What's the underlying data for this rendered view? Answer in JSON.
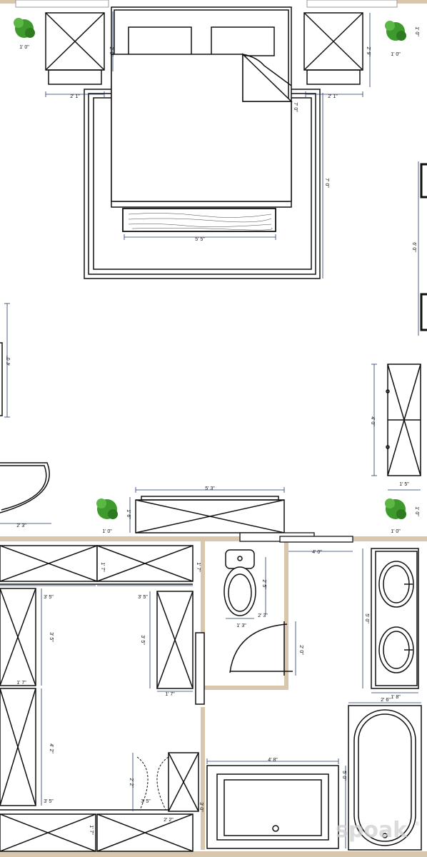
{
  "watermark": {
    "brand": "spoak",
    "suffix": "®"
  },
  "footer_tag": "",
  "colors": {
    "wall": "#d9c7ad",
    "ink": "#111111",
    "dimension": "#1f3a66",
    "plant": "#3f9a2e"
  },
  "dimensions": {
    "nightstand_left_width": "2' 1\"",
    "nightstand_right_width": "2' 1\"",
    "nightstand_height": "2' 9\"",
    "nightstand_right_height": "2' 9\"",
    "nightstand_top": "2' 9\"",
    "plant_left": "1' 0\"",
    "plant_right": "1' 0\"",
    "plant_right_v": "1' 0\"",
    "bed_length": "7' 0\"",
    "bench_width": "5' 5\"",
    "rug_length": "7' 0\"",
    "wall_right": "6' 0\"",
    "left_chair": "4' 0\"",
    "dresser_right": "4' 0\"",
    "dresser_right_depth": "1' 5\"",
    "corner_chair": "2' 3\"",
    "console_width": "5' 3\"",
    "console_depth": "1' 6\"",
    "plant_bl": "1' 0\"",
    "plant_br": "1' 0\"",
    "plant_br_v": "1' 0\"",
    "closet_top": "1' 7\"",
    "closet_shelf": "3' 5\"",
    "closet_shelf2": "3' 5\"",
    "closet_left_h": "3' 5\"",
    "closet_center_h": "3' 5\"",
    "closet_1_7": "1' 7\"",
    "closet_1_7b": "1' 7\"",
    "closet_4_2": "4' 2\"",
    "closet_3_5c": "3' 5\"",
    "closet_3_5d": "3' 5\"",
    "closet_1_7c": "1' 7\"",
    "closet_2_2": "2' 2\"",
    "closet_2_2b": "2' 2\"",
    "closet_3_0": "3' 0\"",
    "closet_1_7d": "1' 7\"",
    "slider": "4' 0\"",
    "toilet_depth": "2' 5\"",
    "toilet_width": "1' 3\"",
    "shower_w": "2' 3\"",
    "shower_h": "2' 0\"",
    "vanity_h": "5' 0\"",
    "vanity_d": "1' 8\"",
    "tub_w": "2' 6\"",
    "tub_h": "5' 0\"",
    "shower_pan_w": "4' 8\""
  }
}
